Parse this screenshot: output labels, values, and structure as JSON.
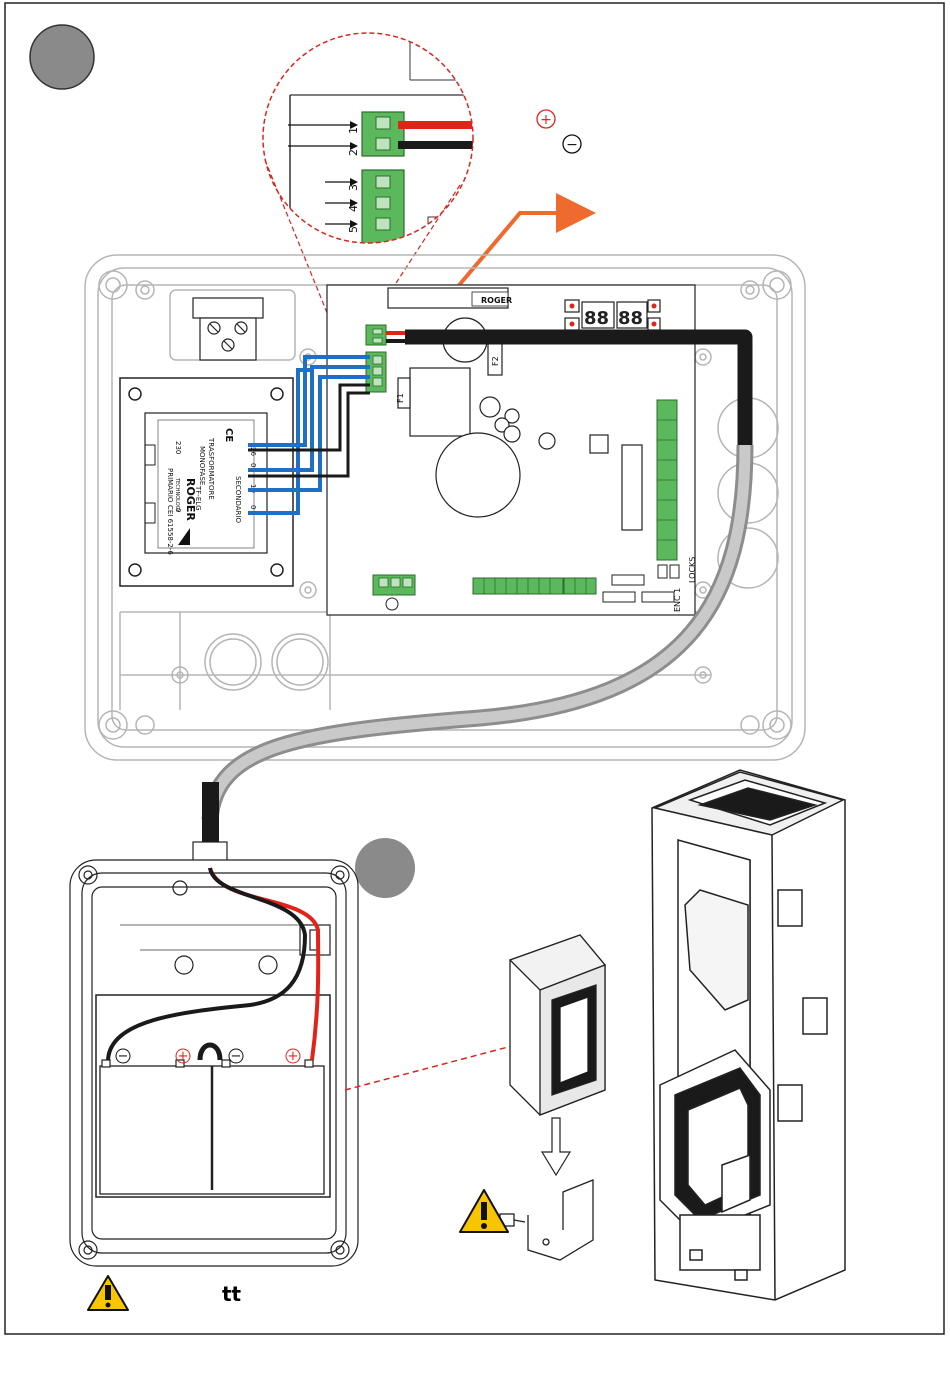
{
  "circuit_inset": {
    "terminal_numbers": [
      "1",
      "2",
      "3",
      "4",
      "5"
    ],
    "polarity_plus": "+",
    "polarity_minus": "−"
  },
  "transformer": {
    "title_line1": "TRASFORMATORE",
    "title_line2": "MONOFASE",
    "brand": "ROGER",
    "brand_sub": "TECHNOLOGY",
    "model": "TF-ELG",
    "standard": "CEI 61558-2-6",
    "primary_label": "PRIMARIO",
    "secondary_label": "SECONDARIO",
    "primary_values": [
      "230",
      "0"
    ],
    "secondary_values": [
      "26",
      "0",
      "19",
      "0"
    ],
    "ce_mark": "CE"
  },
  "control_board": {
    "brand": "ROGER",
    "fuse_labels": [
      "F1",
      "F2"
    ],
    "connector_labels": [
      "ENC 1",
      "LOCKS"
    ],
    "display_digits": [
      "88",
      "88"
    ]
  },
  "battery": {
    "terminal_marks": [
      "−",
      "+",
      "−",
      "+"
    ]
  },
  "footer_note": "tt",
  "colors": {
    "positive_wire": "#e2231a",
    "negative_wire": "#1a1a1a",
    "signal_wire": "#1f6fc5",
    "callout_arrow": "#ee6a2e",
    "dashed_callout": "#d9251d",
    "terminal_green": "#5cb85c",
    "warning_yellow": "#f7c600",
    "step_badge": "#888888"
  },
  "icons": [
    "step-badge-icon",
    "warning-icon",
    "plus-icon",
    "minus-icon",
    "arrow-icon"
  ]
}
